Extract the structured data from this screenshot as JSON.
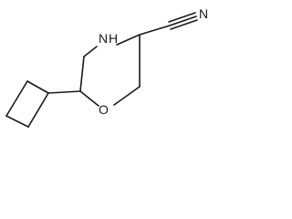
{
  "molecule": {
    "atoms": {
      "nitrogen_amine": "N",
      "hydrogen_amine": "H",
      "nitrogen_nitrile": "N",
      "oxygen_ring": "O"
    }
  }
}
